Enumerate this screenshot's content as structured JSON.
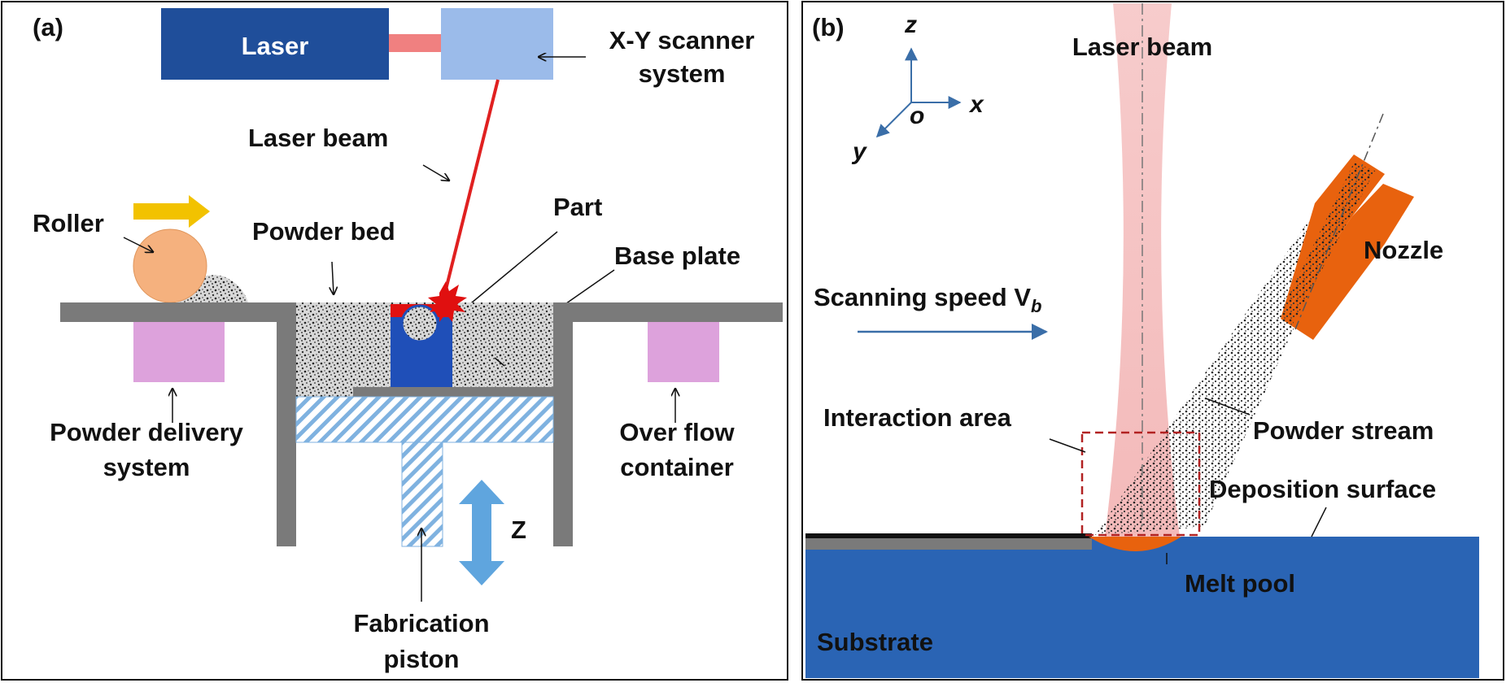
{
  "panel_a": {
    "tag": "(a)",
    "laser": "Laser",
    "scanner_line1": "X-Y scanner",
    "scanner_line2": "system",
    "laser_beam": "Laser beam",
    "part": "Part",
    "roller": "Roller",
    "powder_bed": "Powder bed",
    "base_plate": "Base plate",
    "powder_delivery_line1": "Powder delivery",
    "powder_delivery_line2": "system",
    "overflow_line1": "Over flow",
    "overflow_line2": "container",
    "z_axis": "Z",
    "piston_line1": "Fabrication",
    "piston_line2": "piston"
  },
  "panel_b": {
    "tag": "(b)",
    "axis_z": "z",
    "axis_x": "x",
    "axis_y": "y",
    "axis_o": "o",
    "laser_beam": "Laser beam",
    "nozzle": "Nozzle",
    "scanning_speed": "Scanning speed V",
    "scanning_speed_sub": "b",
    "interaction_area": "Interaction area",
    "powder_stream": "Powder stream",
    "deposition_surface": "Deposition surface",
    "melt_pool": "Melt pool",
    "substrate": "Substrate"
  },
  "colors": {
    "laser_box": "#1f4e9a",
    "scanner_box": "#9bbbea",
    "beam_red": "#e02020",
    "substrate_blue": "#2a64b4",
    "nozzle_orange": "#e8620e",
    "roller_peach": "#f5b17e",
    "container_pink": "#dda2dc",
    "wall_gray": "#7a7a7a",
    "arrow_blue": "#5fa5de",
    "arrow_yellow": "#f2c200",
    "interaction_box": "#b22222"
  }
}
